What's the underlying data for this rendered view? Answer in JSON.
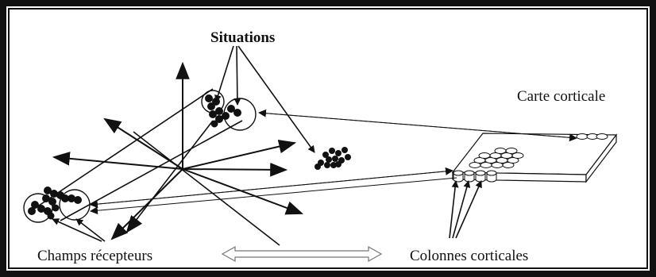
{
  "figure": {
    "labels": {
      "situations": "Situations",
      "carte_corticale": "Carte corticale",
      "champs_recepteurs": "Champs récepteurs",
      "colonnes_corticales": "Colonnes corticales"
    },
    "colors": {
      "ink": "#111111",
      "background": "#ffffff",
      "frame": "#111111"
    }
  }
}
